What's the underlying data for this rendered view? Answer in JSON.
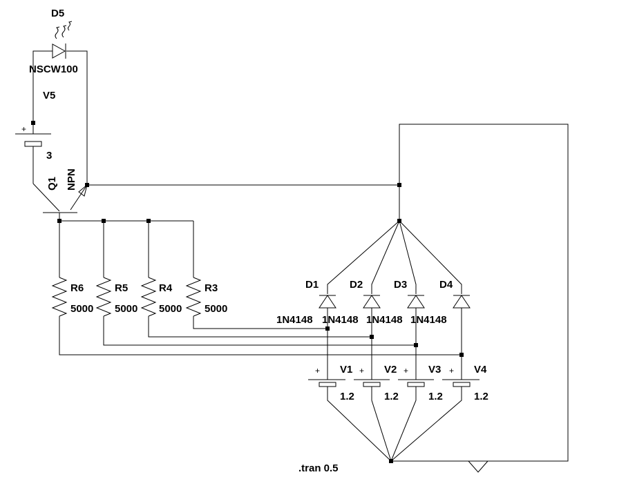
{
  "components": {
    "led": {
      "ref": "D5",
      "model": "NSCW100"
    },
    "supply": {
      "ref": "V5",
      "value": "3",
      "polarity": "+"
    },
    "transistor": {
      "ref": "Q1",
      "model": "NPN"
    },
    "resistors": [
      {
        "ref": "R6",
        "value": "5000"
      },
      {
        "ref": "R5",
        "value": "5000"
      },
      {
        "ref": "R4",
        "value": "5000"
      },
      {
        "ref": "R3",
        "value": "5000"
      }
    ],
    "diodes": [
      {
        "ref": "D1",
        "model": "1N4148"
      },
      {
        "ref": "D2",
        "model": "1N4148"
      },
      {
        "ref": "D3",
        "model": "1N4148"
      },
      {
        "ref": "D4",
        "model": "1N4148"
      }
    ],
    "cells": [
      {
        "ref": "V1",
        "value": "1.2",
        "polarity": "+"
      },
      {
        "ref": "V2",
        "value": "1.2",
        "polarity": "+"
      },
      {
        "ref": "V3",
        "value": "1.2",
        "polarity": "+"
      },
      {
        "ref": "V4",
        "value": "1.2",
        "polarity": "+"
      }
    ]
  },
  "directive": ".tran 0.5"
}
